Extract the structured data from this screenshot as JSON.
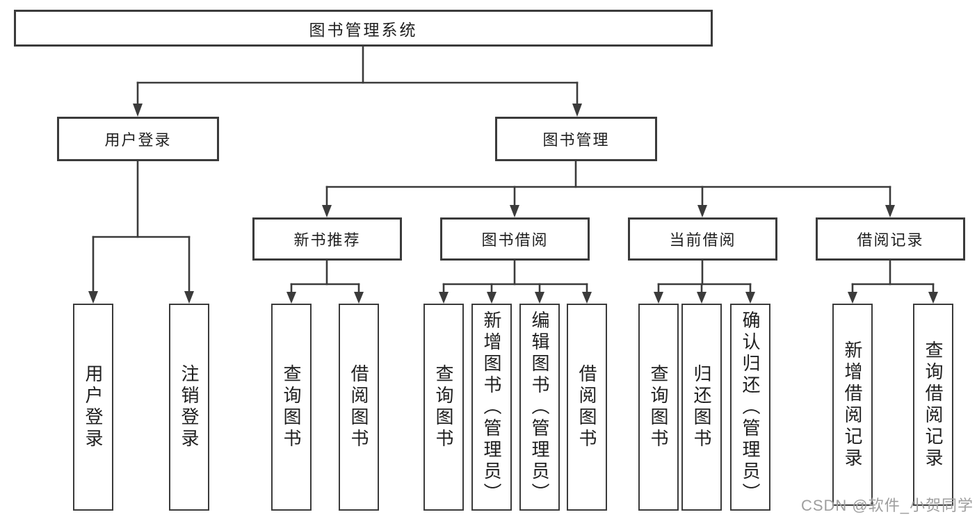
{
  "diagram": {
    "root": {
      "label": "图书管理系统"
    },
    "branches": [
      {
        "label": "用户登录",
        "children": [
          {
            "label": "用户登录"
          },
          {
            "label": "注销登录"
          }
        ]
      },
      {
        "label": "图书管理",
        "groups": [
          {
            "label": "新书推荐",
            "children": [
              {
                "label": "查询图书"
              },
              {
                "label": "借阅图书"
              }
            ]
          },
          {
            "label": "图书借阅",
            "children": [
              {
                "label": "查询图书"
              },
              {
                "label": "新增图书（管理员）"
              },
              {
                "label": "编辑图书（管理员）"
              },
              {
                "label": "借阅图书"
              }
            ]
          },
          {
            "label": "当前借阅",
            "children": [
              {
                "label": "查询图书"
              },
              {
                "label": "归还图书"
              },
              {
                "label": "确认归还（管理员）"
              }
            ]
          },
          {
            "label": "借阅记录",
            "children": [
              {
                "label": "新增借阅记录"
              },
              {
                "label": "查询借阅记录"
              }
            ]
          }
        ]
      }
    ]
  },
  "watermark": {
    "text": "CSDN @软件_小贺同学"
  },
  "colors": {
    "line": "#3b3b3b",
    "box_border": "#3b3b3b",
    "box_fill": "#ffffff",
    "text": "#1f1f1f",
    "background": "#ffffff",
    "watermark": "#9e9e9e"
  }
}
